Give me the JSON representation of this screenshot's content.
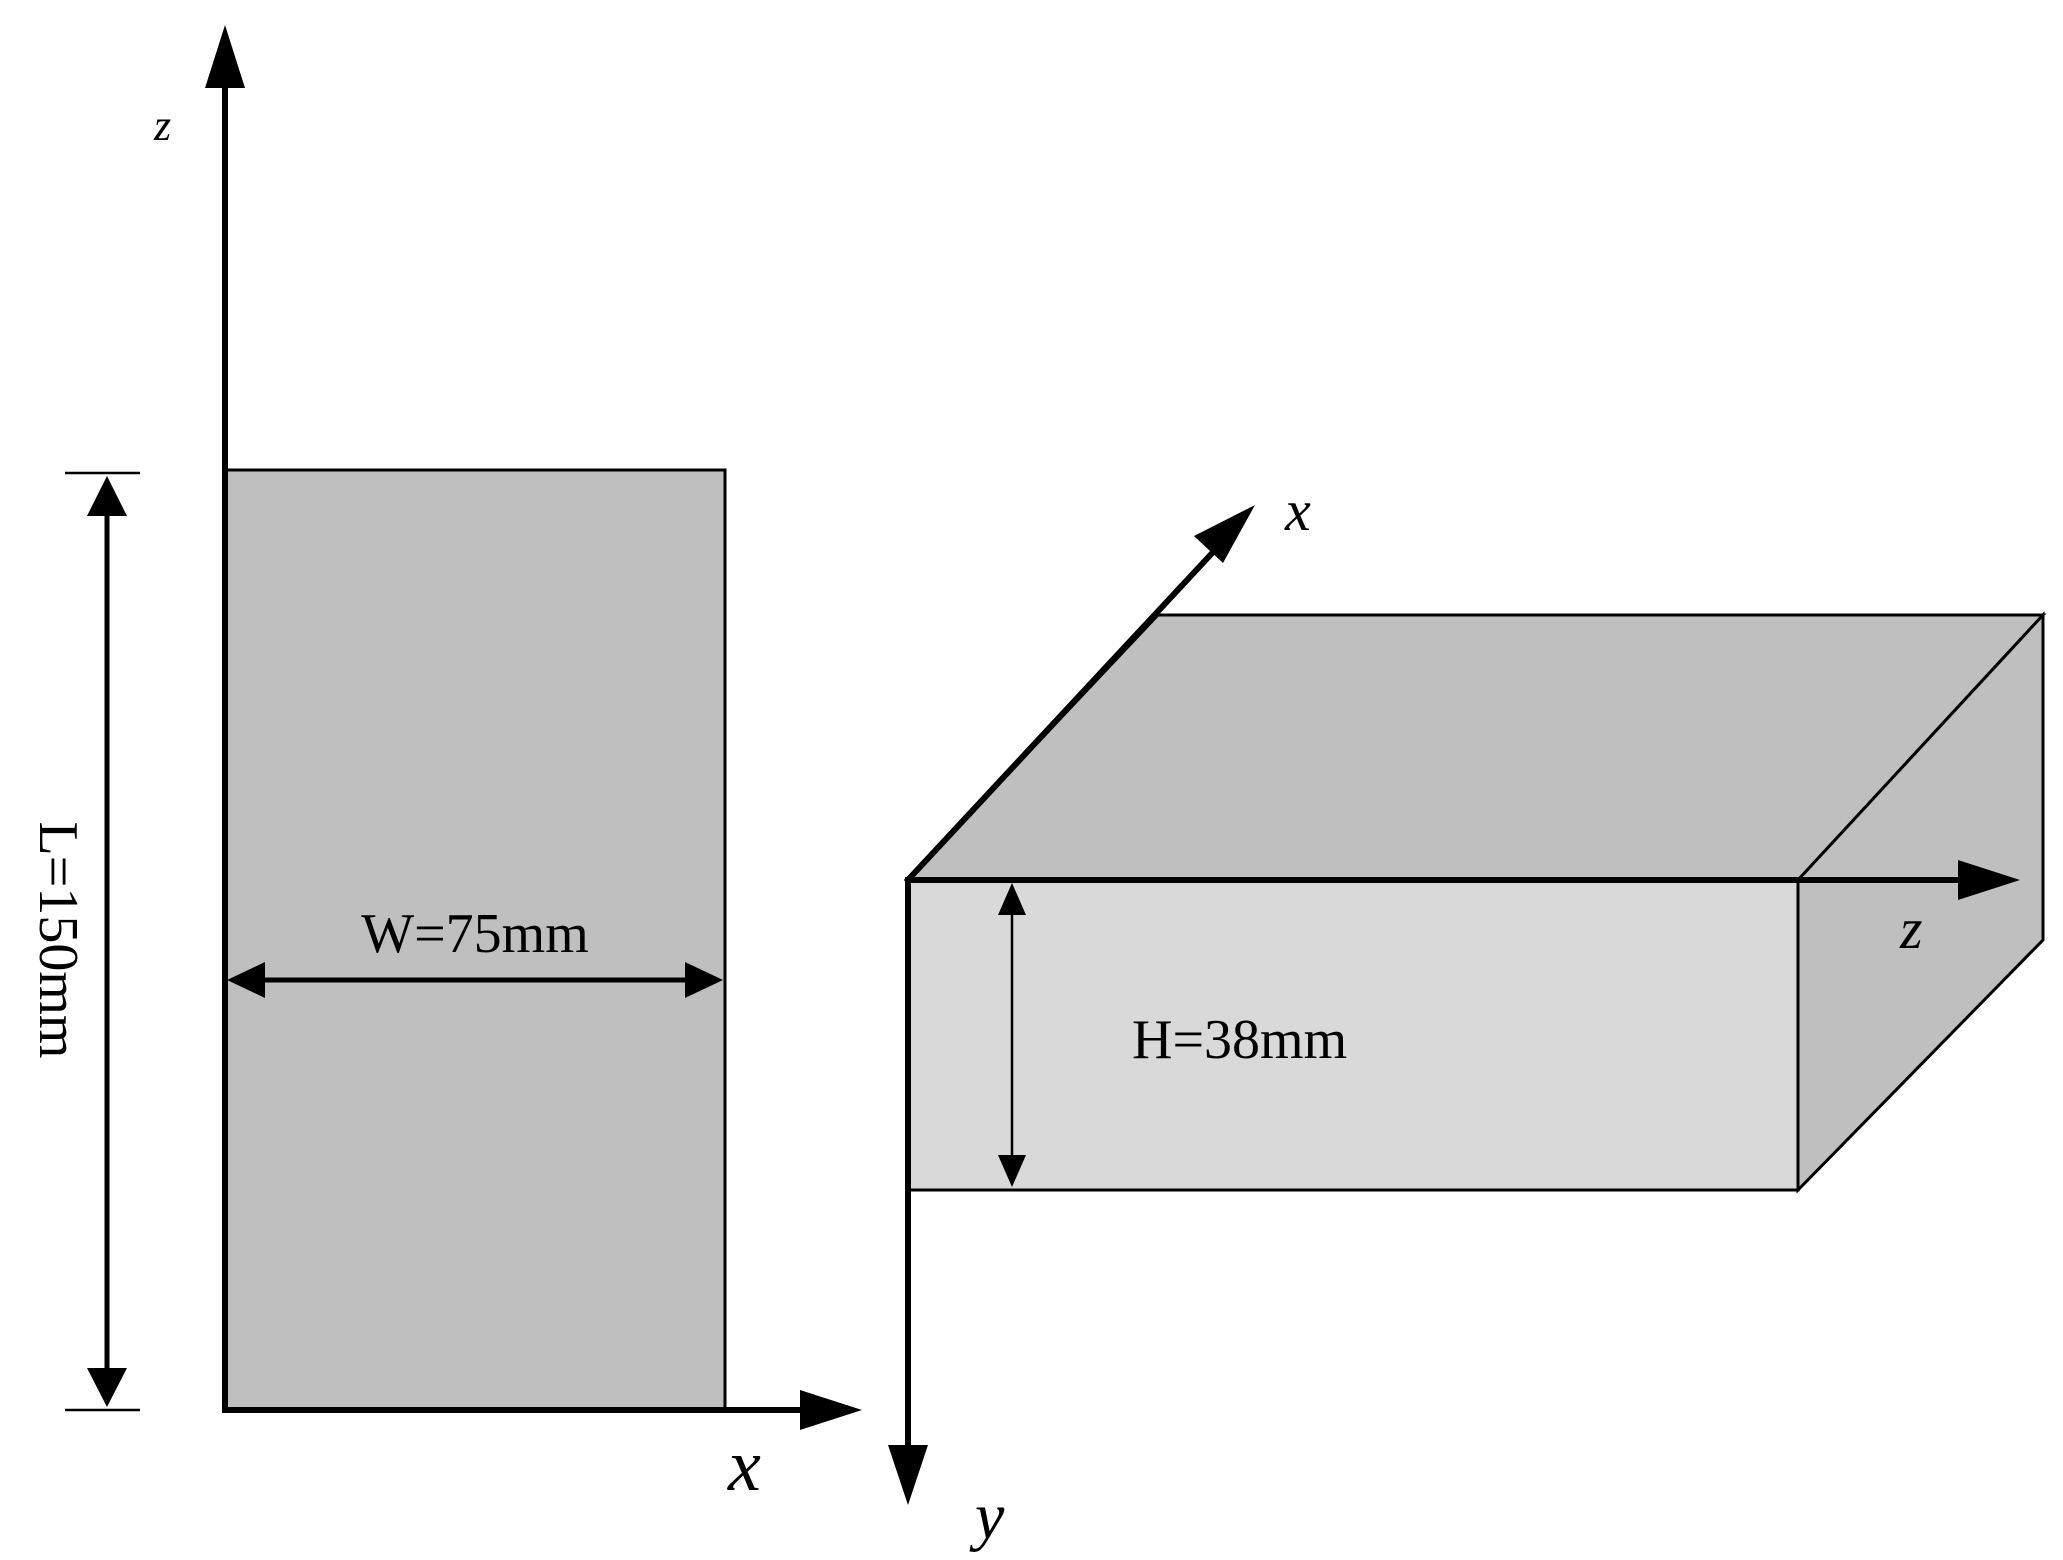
{
  "colors": {
    "face_dark": "#bfbfbf",
    "face_light": "#d9d9d9",
    "stroke": "#000000"
  },
  "left_view": {
    "axis_z": "z",
    "axis_x": "x",
    "width_label": "W=75mm",
    "length_label": "L=150mm"
  },
  "right_view": {
    "axis_x": "x",
    "axis_y": "y",
    "axis_z": "z",
    "height_label": "H=38mm"
  }
}
